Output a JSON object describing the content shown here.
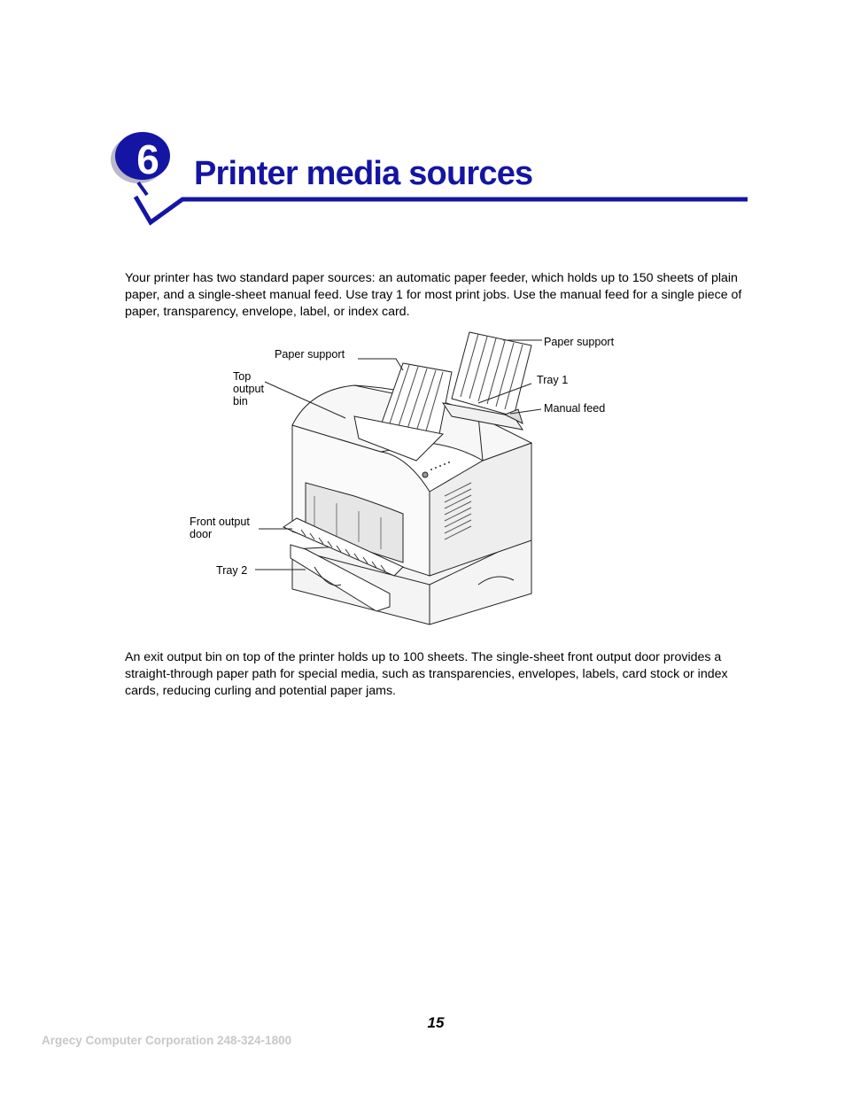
{
  "chapter": {
    "number": "6",
    "title": "Printer media sources",
    "accent_color": "#1515a3",
    "badge_color": "#1515a3"
  },
  "body": {
    "paragraph_1": "Your printer has two standard paper sources: an automatic paper feeder, which holds up to 150 sheets of plain paper, and a single-sheet manual feed. Use tray 1 for most print jobs. Use the manual feed for a single piece of paper, transparency, envelope, label, or index card.",
    "paragraph_2": "An exit output bin on top of the printer holds up to 100 sheets. The single-sheet front output door provides a straight-through paper path for special media, such as transparencies, envelopes, labels, card stock or index cards, reducing curling and potential paper jams."
  },
  "figure": {
    "illustration": "printer-line-drawing",
    "callouts": {
      "paper_support_left": "Paper support",
      "paper_support_right": "Paper support",
      "top_output_bin_line1": "Top",
      "top_output_bin_line2": "output",
      "top_output_bin_line3": "bin",
      "tray_1": "Tray 1",
      "manual_feed": "Manual feed",
      "front_output_door_line1": "Front output",
      "front_output_door_line2": "door",
      "tray_2": "Tray 2"
    }
  },
  "footer": {
    "page_number": "15",
    "company": "Argecy Computer Corporation 248-324-1800"
  }
}
